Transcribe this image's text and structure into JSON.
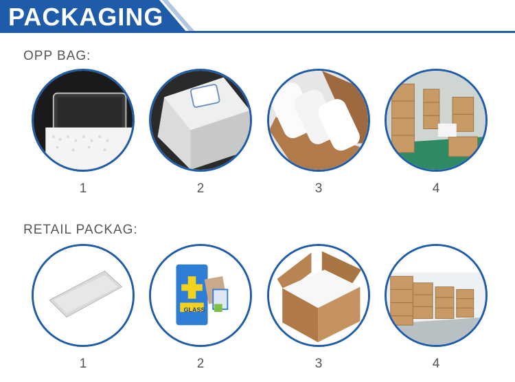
{
  "header": {
    "title": "PACKAGING",
    "accent_color": "#1e5ba8"
  },
  "sections": [
    {
      "label": "OPP BAG:",
      "items": [
        {
          "number": "1",
          "image": "glass-screen-protector-on-foam-photo"
        },
        {
          "number": "2",
          "image": "opp-bag-with-label-photo"
        },
        {
          "number": "3",
          "image": "opp-bags-in-carton-photo"
        },
        {
          "number": "4",
          "image": "warehouse-cartons-photo"
        }
      ]
    },
    {
      "label": "RETAIL PACKAG:",
      "items": [
        {
          "number": "1",
          "image": "clear-plastic-tray-photo"
        },
        {
          "number": "2",
          "image": "retail-box-kit-photo",
          "box_text": "GLASS"
        },
        {
          "number": "3",
          "image": "open-carton-box-photo"
        },
        {
          "number": "4",
          "image": "warehouse-stacked-boxes-photo"
        }
      ]
    }
  ]
}
